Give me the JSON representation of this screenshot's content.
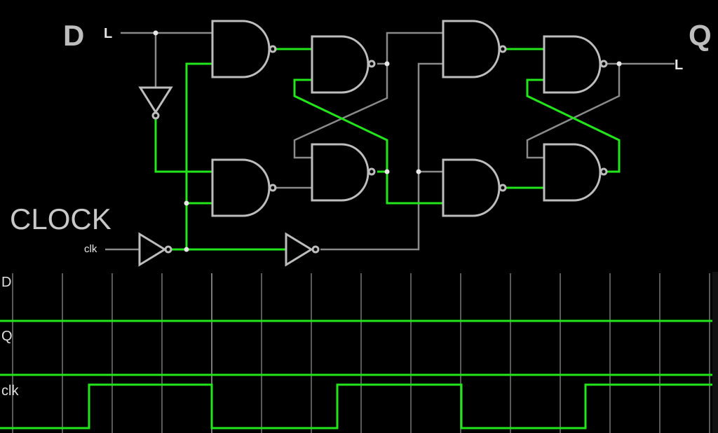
{
  "labels": {
    "d_title": "D",
    "q_title": "Q",
    "d_pin_state": "L",
    "q_pin_state": "L",
    "clock_title": "CLOCK",
    "clk_pin": "clk"
  },
  "timing": {
    "traces": [
      {
        "name": "D"
      },
      {
        "name": "Q"
      },
      {
        "name": "clk"
      }
    ]
  },
  "colors": {
    "background": "#000000",
    "wire_high": "#22e61a",
    "wire_low": "#8a8a8a",
    "gate": "#bdbdbd",
    "grid": "#5a5a5a"
  }
}
